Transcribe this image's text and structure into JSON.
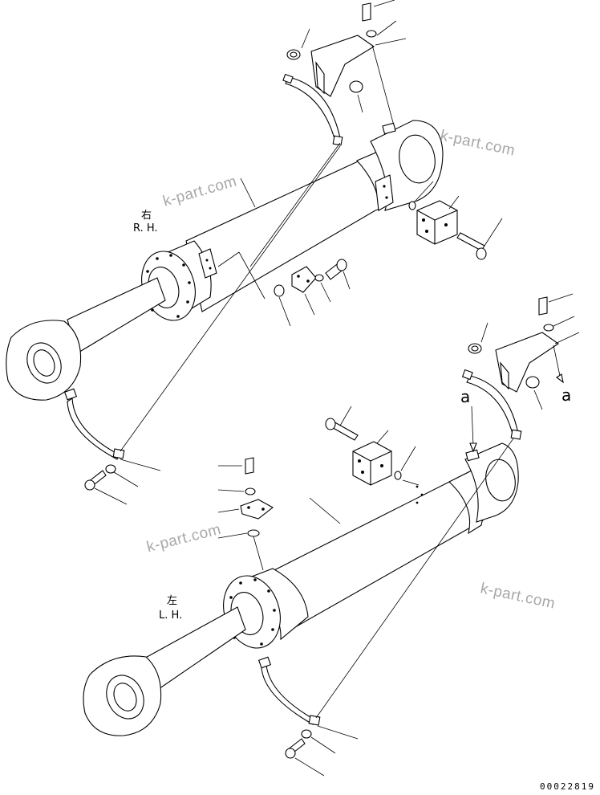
{
  "labels": {
    "right_kanji": "右",
    "right_code": "R. H.",
    "left_kanji": "左",
    "left_code": "L. H."
  },
  "reference_marks": {
    "upper": "a",
    "lower": "a"
  },
  "watermarks": [
    "k-part.com",
    "k-part.com",
    "k-part.com",
    "k-part.com"
  ],
  "drawing_number": "00022819",
  "colors": {
    "line": "#000000",
    "watermark": "#a8a8a8",
    "background": "#ffffff"
  }
}
